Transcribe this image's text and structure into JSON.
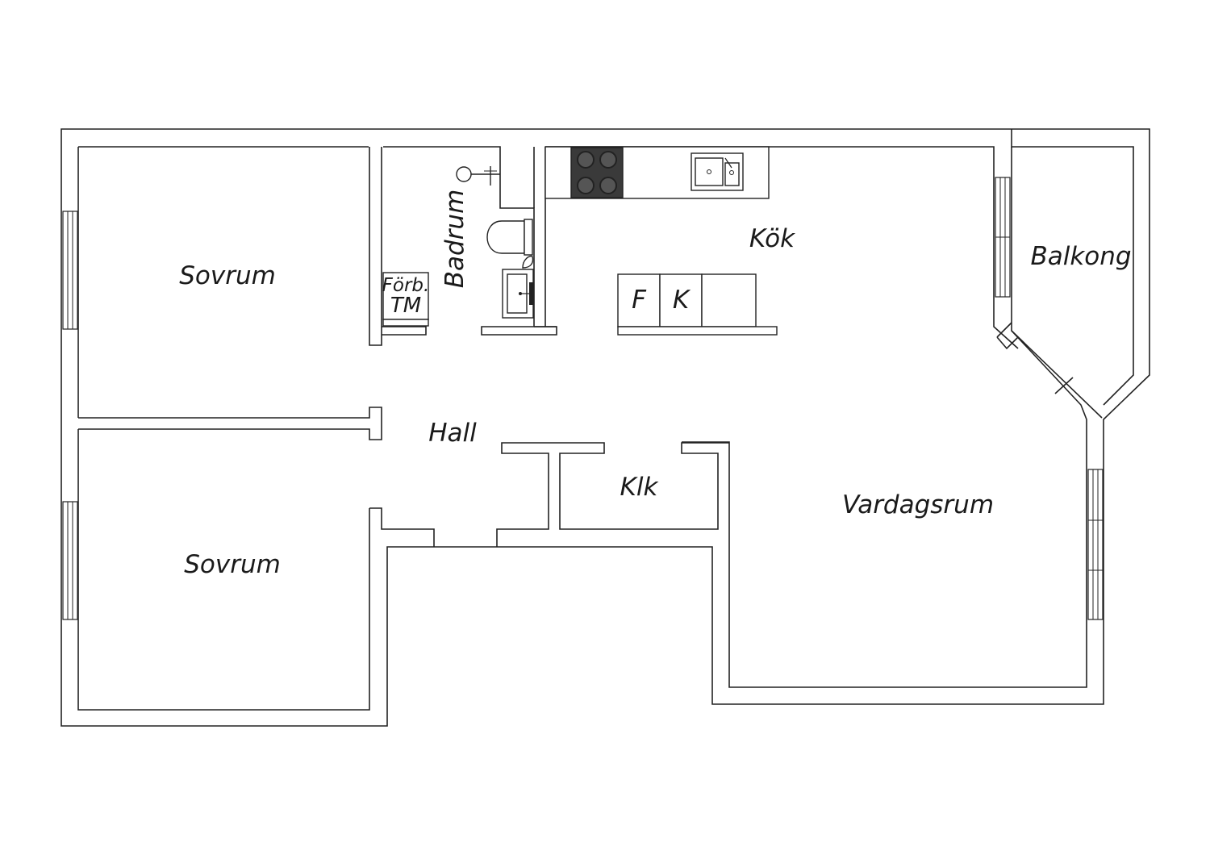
{
  "rooms": {
    "sovrum_upper": "Sovrum",
    "sovrum_lower": "Sovrum",
    "badrum": "Badrum",
    "kok": "Kök",
    "balkong": "Balkong",
    "hall": "Hall",
    "klk": "Klk",
    "vardagsrum": "Vardagsrum"
  },
  "fixtures": {
    "forb": "Förb.",
    "tm": "TM",
    "fridge": "F",
    "freezer": "K"
  }
}
